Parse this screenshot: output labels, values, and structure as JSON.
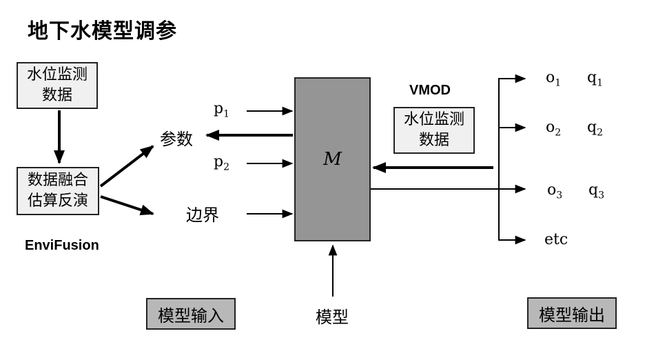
{
  "title": "地下水模型调参",
  "left": {
    "data_box_line1": "水位监测",
    "data_box_line2": "数据",
    "fusion_box_line1": "数据融合",
    "fusion_box_line2": "估算反演",
    "envifusion": "EnviFusion",
    "input_label": "模型输入"
  },
  "middle": {
    "param_label": "参数",
    "boundary_label": "边界",
    "p1": "p",
    "p1_sub": "1",
    "p2": "p",
    "p2_sub": "2",
    "model_symbol": "M",
    "model_label": "模型"
  },
  "right": {
    "vmod": "VMOD",
    "data_box_line1": "水位监测",
    "data_box_line2": "数据",
    "output_label": "模型输出",
    "o1": "o",
    "o1_sub": "1",
    "q1": "q",
    "q1_sub": "1",
    "o2": "o",
    "o2_sub": "2",
    "q2": "q",
    "q2_sub": "2",
    "o3": "o",
    "o3_sub": "3",
    "q3": "q",
    "q3_sub": "3",
    "etc": "etc"
  }
}
